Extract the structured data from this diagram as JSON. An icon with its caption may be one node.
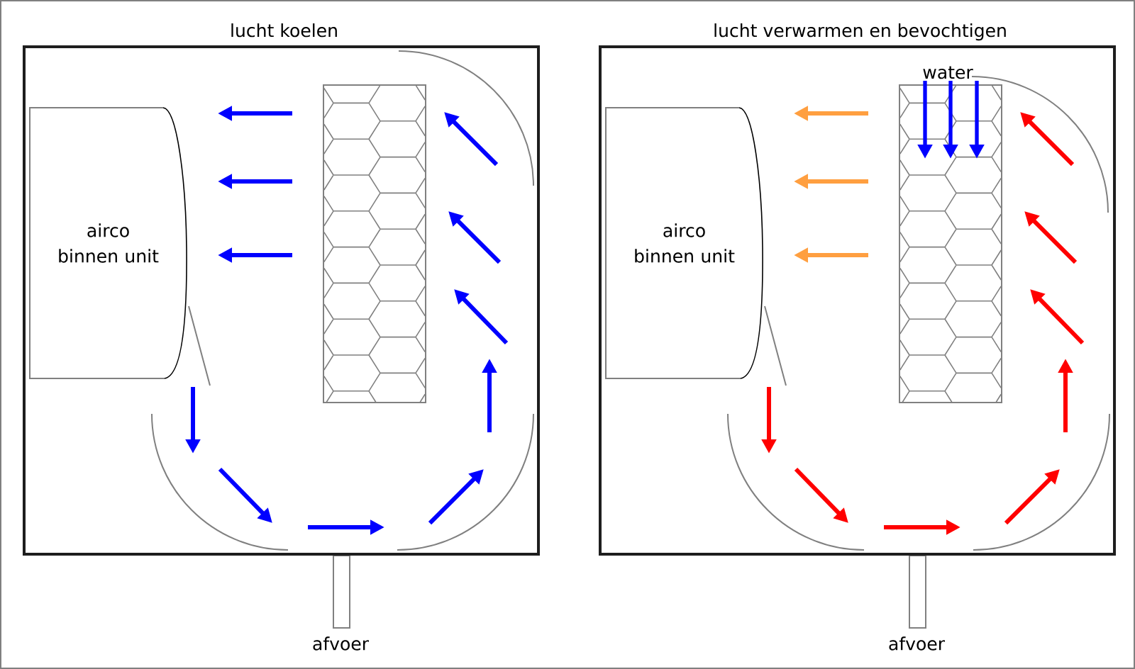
{
  "diagram": {
    "nodes": [
      {
        "text": [
          "lucht koelen"
        ]
      },
      {
        "text": [
          "airco binnen unit"
        ],
        "in": 0
      },
      {
        "text": [],
        "shape": "box",
        "in": 0
      },
      {
        "text": [
          "lucht verwarmen en bevochtigen"
        ]
      },
      {
        "text": [
          "airco binnen unit"
        ],
        "in": 3
      },
      {
        "text": [
          "water"
        ],
        "in": 3
      },
      {
        "text": [],
        "shape": "box",
        "in": 3
      }
    ],
    "edges": [
      {
        "from": 2,
        "to": 1,
        "arrow": "to"
      },
      {
        "from": 2,
        "to": 1,
        "arrow": "to"
      },
      {
        "from": 2,
        "to": 1,
        "arrow": "to"
      },
      {
        "from": 6,
        "to": 4,
        "arrow": "to",
        "color": "#ff9f40"
      },
      {
        "from": 6,
        "to": 4,
        "arrow": "to",
        "color": "#ff9f40"
      },
      {
        "from": 6,
        "to": 4,
        "arrow": "to",
        "color": "#ff9f40"
      },
      {
        "from": 5,
        "to": 6,
        "arrow": "to"
      },
      {
        "from": 5,
        "to": 6,
        "arrow": "to"
      },
      {
        "from": 5,
        "to": 6,
        "arrow": "to"
      }
    ],
    "labels": [
      "afvoer",
      "afvoer"
    ]
  }
}
